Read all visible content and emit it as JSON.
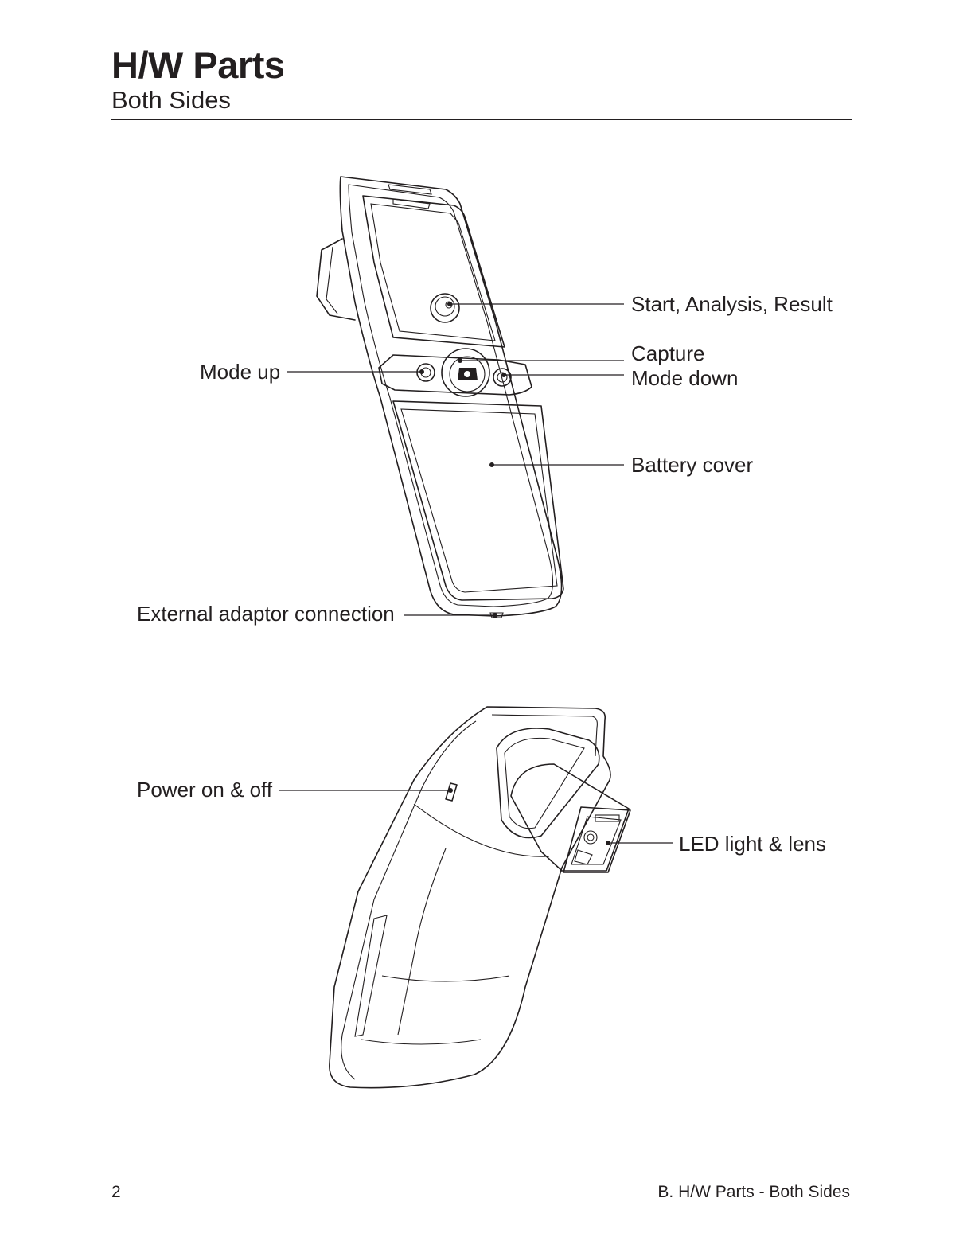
{
  "header": {
    "title": "H/W Parts",
    "subtitle": "Both Sides"
  },
  "front_view": {
    "labels": {
      "start": "Start, Analysis, Result",
      "capture": "Capture",
      "mode_down": "Mode down",
      "mode_up": "Mode up",
      "battery_cover": "Battery cover",
      "external_adaptor": "External adaptor connection"
    }
  },
  "back_view": {
    "labels": {
      "power": "Power on & off",
      "led_lens": "LED light & lens"
    }
  },
  "footer": {
    "page_number": "2",
    "section": "B. H/W Parts - Both Sides"
  }
}
